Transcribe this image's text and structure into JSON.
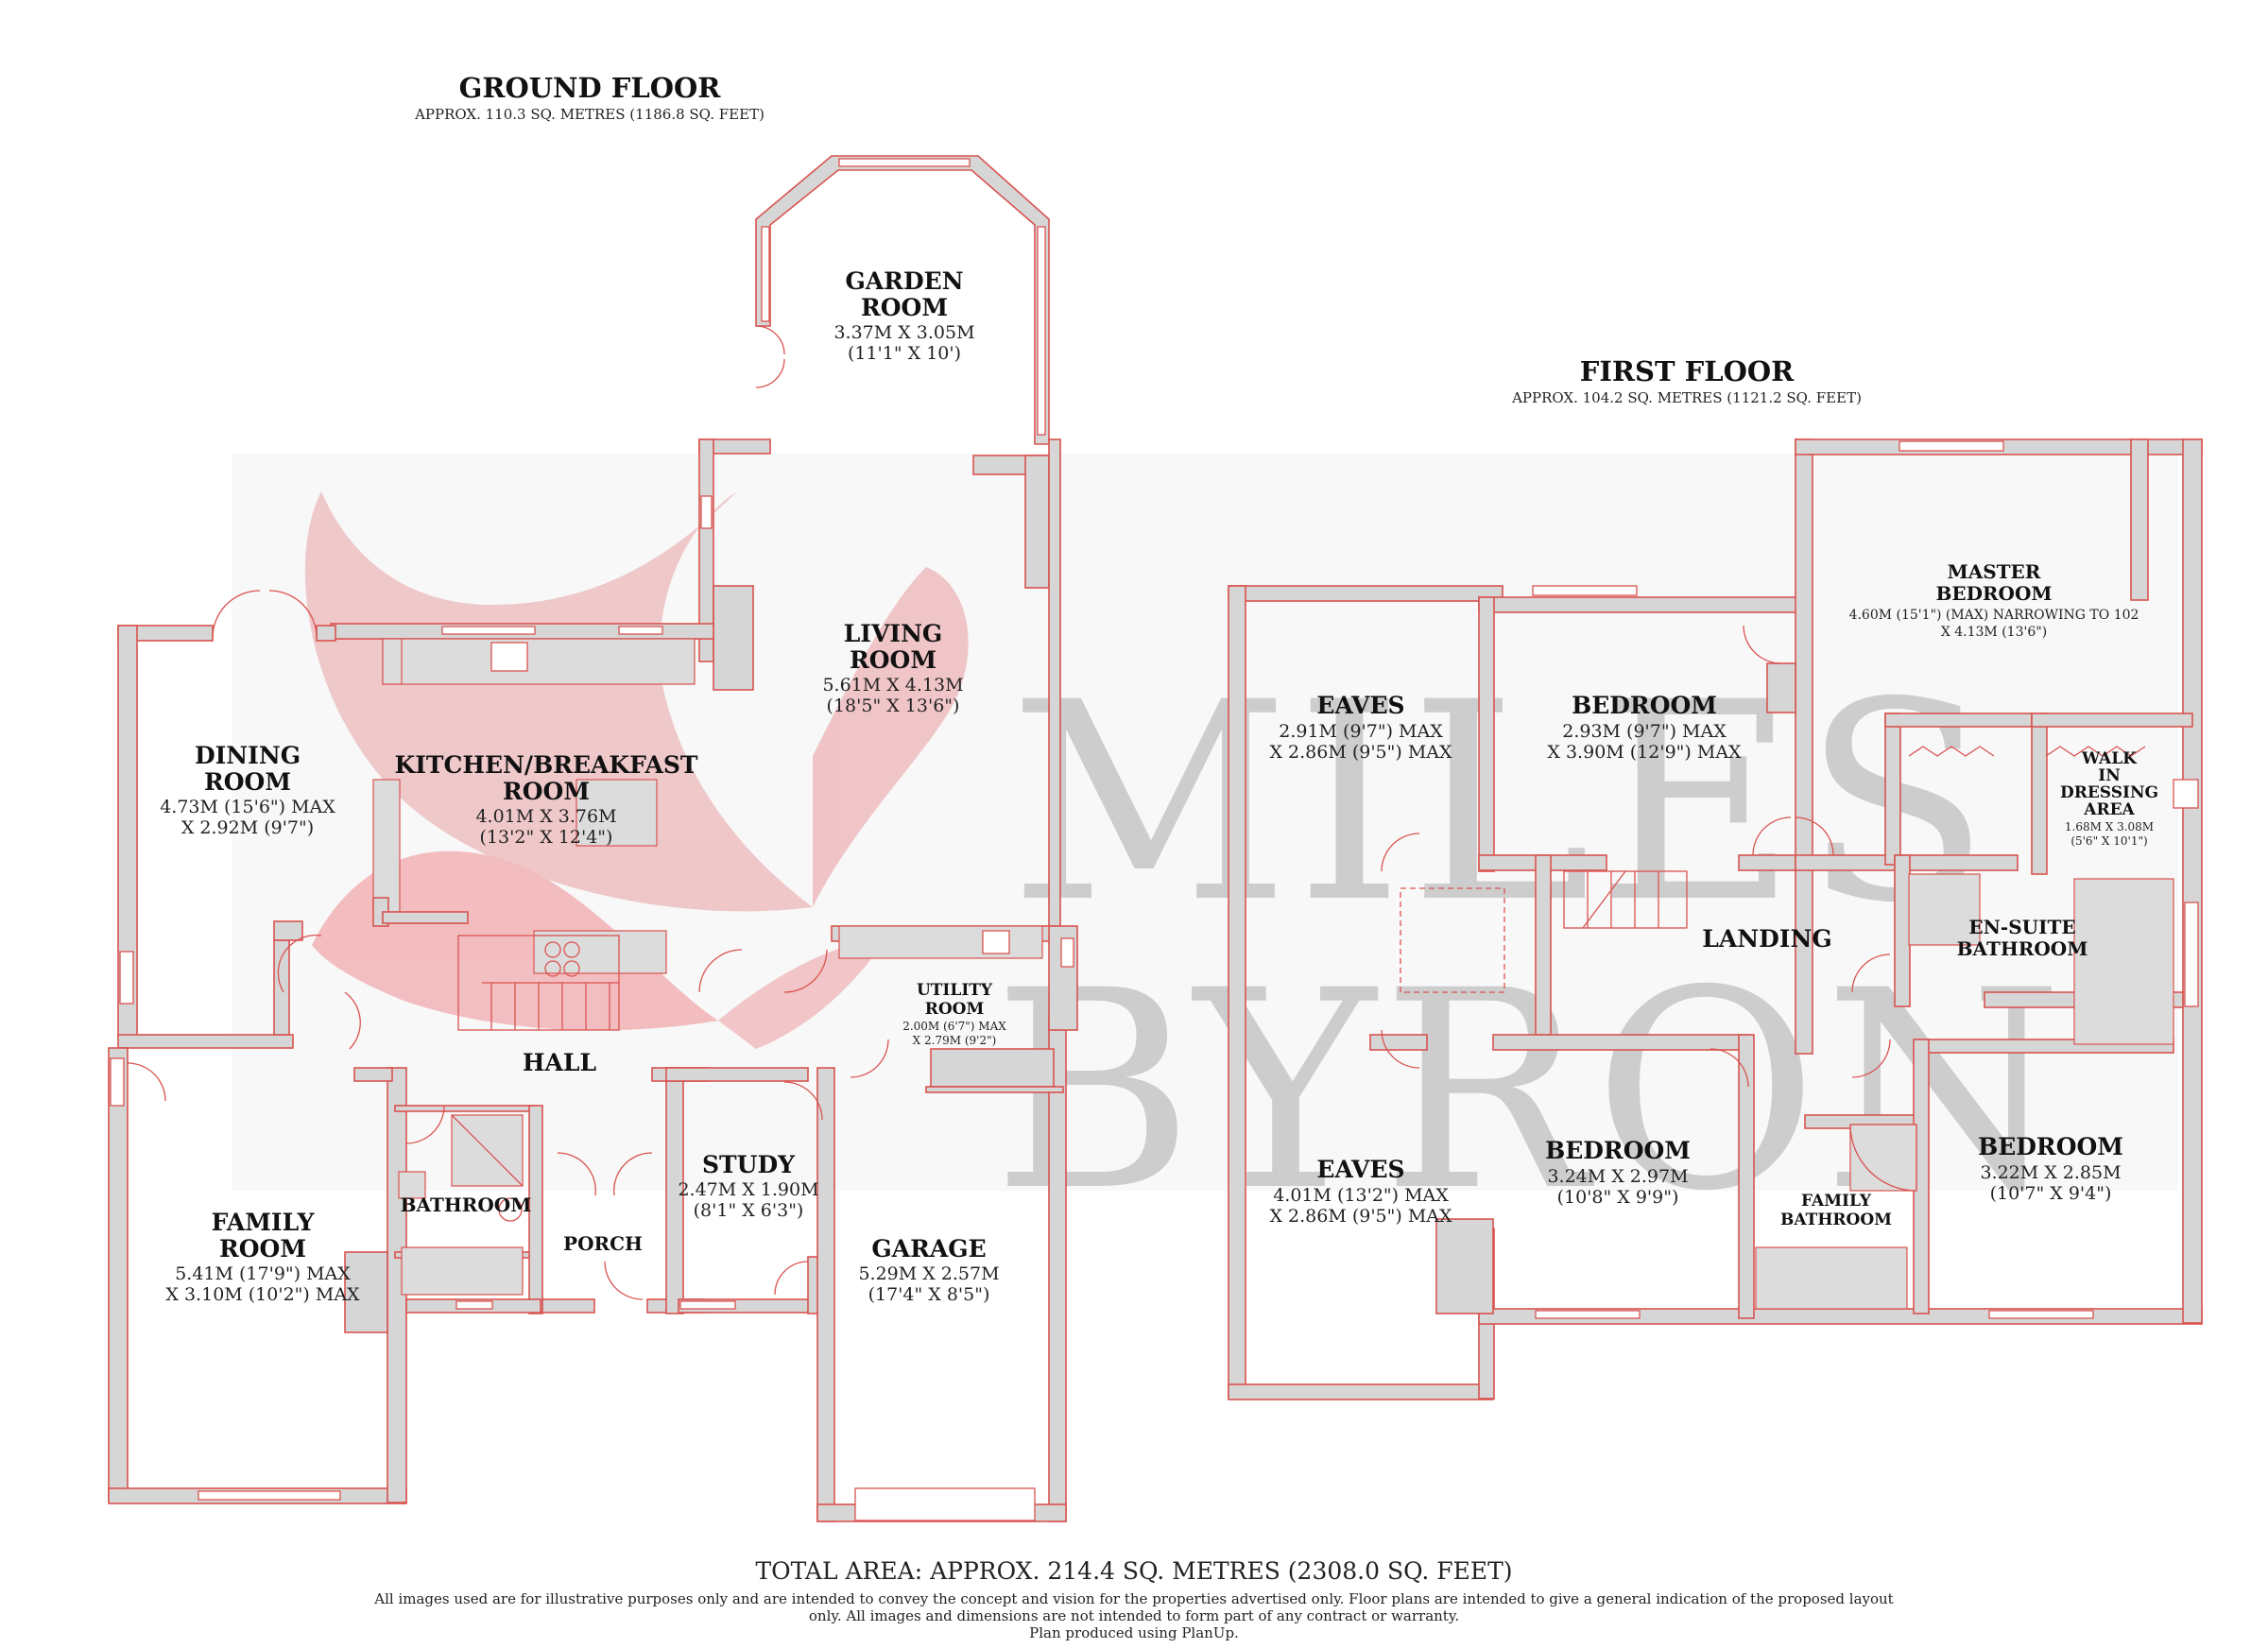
{
  "ground_floor": {
    "title": "GROUND FLOOR",
    "area": "APPROX. 110.3 SQ. METRES (1186.8 SQ. FEET)",
    "rooms": {
      "garden_room": {
        "name1": "GARDEN",
        "name2": "ROOM",
        "dim1": "3.37M X 3.05M",
        "dim2": "(11'1\" X 10')"
      },
      "living_room": {
        "name1": "LIVING",
        "name2": "ROOM",
        "dim1": "5.61M X 4.13M",
        "dim2": "(18'5\" X 13'6\")"
      },
      "dining_room": {
        "name1": "DINING",
        "name2": "ROOM",
        "dim1": "4.73M (15'6\") MAX",
        "dim2": "X 2.92M (9'7\")"
      },
      "kitchen": {
        "name1": "KITCHEN/BREAKFAST",
        "name2": "ROOM",
        "dim1": "4.01M X 3.76M",
        "dim2": "(13'2\" X 12'4\")"
      },
      "hall": {
        "name1": "HALL"
      },
      "utility": {
        "name1": "UTILITY",
        "name2": "ROOM",
        "dim1": "2.00M (6'7\") MAX",
        "dim2": "X 2.79M (9'2\")"
      },
      "study": {
        "name1": "STUDY",
        "dim1": "2.47M X 1.90M",
        "dim2": "(8'1\" X 6'3\")"
      },
      "family_room": {
        "name1": "FAMILY",
        "name2": "ROOM",
        "dim1": "5.41M (17'9\") MAX",
        "dim2": "X 3.10M (10'2\") MAX"
      },
      "bathroom": {
        "name1": "BATHROOM"
      },
      "porch": {
        "name1": "PORCH"
      },
      "garage": {
        "name1": "GARAGE",
        "dim1": "5.29M X 2.57M",
        "dim2": "(17'4\" X 8'5\")"
      }
    }
  },
  "first_floor": {
    "title": "FIRST FLOOR",
    "area": "APPROX. 104.2 SQ. METRES (1121.2 SQ. FEET)",
    "rooms": {
      "eaves_top": {
        "name1": "EAVES",
        "dim1": "2.91M (9'7\") MAX",
        "dim2": "X 2.86M (9'5\") MAX"
      },
      "bedroom_top": {
        "name1": "BEDROOM",
        "dim1": "2.93M (9'7\") MAX",
        "dim2": "X 3.90M (12'9\") MAX"
      },
      "master_bedroom": {
        "name1": "MASTER",
        "name2": "BEDROOM",
        "dim1": "4.60M (15'1\") (MAX) NARROWING TO 102",
        "dim2": "X 4.13M (13'6\")"
      },
      "walk_in": {
        "name1": "WALK",
        "name2": "IN",
        "name3": "DRESSING",
        "name4": "AREA",
        "dim1": "1.68M X 3.08M",
        "dim2": "(5'6\" X 10'1\")"
      },
      "landing": {
        "name1": "LANDING"
      },
      "ensuite": {
        "name1": "EN-SUITE",
        "name2": "BATHROOM"
      },
      "eaves_bottom": {
        "name1": "EAVES",
        "dim1": "4.01M (13'2\") MAX",
        "dim2": "X 2.86M (9'5\") MAX"
      },
      "bedroom_mid": {
        "name1": "BEDROOM",
        "dim1": "3.24M X 2.97M",
        "dim2": "(10'8\" X 9'9\")"
      },
      "family_bathroom": {
        "name1": "FAMILY",
        "name2": "BATHROOM"
      },
      "bedroom_right": {
        "name1": "BEDROOM",
        "dim1": "3.22M X 2.85M",
        "dim2": "(10'7\" X 9'4\")"
      }
    }
  },
  "watermark": {
    "line1": "MILES",
    "line2": "BYRON"
  },
  "footer": {
    "total": "TOTAL AREA: APPROX. 214.4 SQ. METRES (2308.0 SQ. FEET)",
    "disclaimer1": "All images used are for illustrative purposes only and are intended to convey the concept and vision for the properties advertised only. Floor plans are intended to give a general indication of the proposed layout",
    "disclaimer2": "only. All images and dimensions are not intended to form part of any contract or warranty.",
    "disclaimer3": "Plan produced using PlanUp."
  },
  "colors": {
    "wall_outline": "#d9534f",
    "wall_fill": "#d6d6d6",
    "watermark_pink": "#e8a0a4"
  }
}
